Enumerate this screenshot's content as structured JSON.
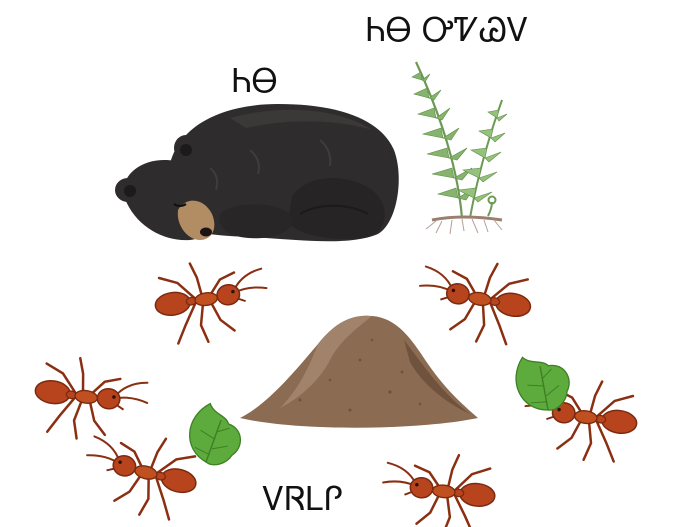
{
  "labels": {
    "bear": "ᏂᎾ",
    "fern": "ᏂᎾ ᎤᏤᏊᏙ",
    "anthill": "ᏙᏒᏞᎵ"
  },
  "colors": {
    "bear_fur": "#2e2c2c",
    "bear_muzzle": "#b28c62",
    "fern_green": "#7fb069",
    "ant_body": "#b8441e",
    "leaf_green": "#5cab3c",
    "dirt": "#8b6b52"
  },
  "icons": {
    "bear": "sleeping-bear-icon",
    "fern": "fern-plant-icon",
    "anthill": "dirt-mound-icon",
    "ant": "ant-icon",
    "leaf": "leaf-icon"
  }
}
